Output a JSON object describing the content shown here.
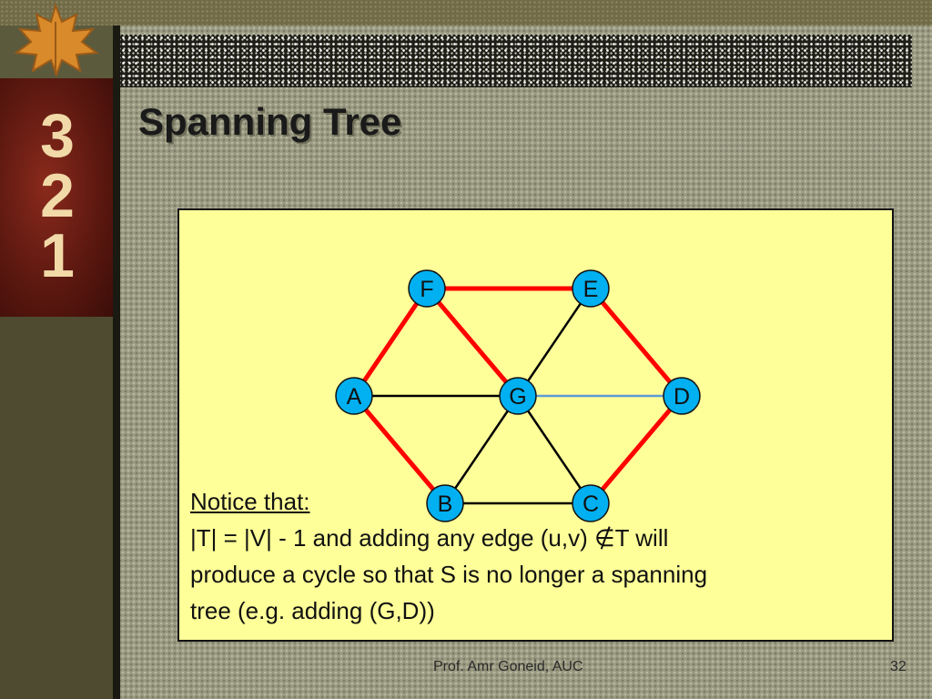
{
  "slide": {
    "title": "Spanning Tree",
    "logo_digits": [
      "3",
      "2",
      "1"
    ],
    "footer_author": "Prof. Amr Goneid, AUC",
    "page_number": "32"
  },
  "diagram": {
    "node_color": "#00b0f0",
    "tree_edge_color": "#ff0000",
    "non_tree_edge_color": "#000000",
    "added_edge_color": "#5b9bd5",
    "nodes": [
      {
        "id": "F",
        "label": "F"
      },
      {
        "id": "E",
        "label": "E"
      },
      {
        "id": "A",
        "label": "A"
      },
      {
        "id": "G",
        "label": "G"
      },
      {
        "id": "D",
        "label": "D"
      },
      {
        "id": "B",
        "label": "B"
      },
      {
        "id": "C",
        "label": "C"
      }
    ],
    "edges": [
      {
        "from": "F",
        "to": "E",
        "type": "tree"
      },
      {
        "from": "F",
        "to": "A",
        "type": "tree"
      },
      {
        "from": "F",
        "to": "G",
        "type": "tree"
      },
      {
        "from": "E",
        "to": "D",
        "type": "tree"
      },
      {
        "from": "A",
        "to": "B",
        "type": "tree"
      },
      {
        "from": "D",
        "to": "C",
        "type": "tree"
      },
      {
        "from": "E",
        "to": "G",
        "type": "non-tree"
      },
      {
        "from": "A",
        "to": "G",
        "type": "non-tree"
      },
      {
        "from": "G",
        "to": "B",
        "type": "non-tree"
      },
      {
        "from": "G",
        "to": "C",
        "type": "non-tree"
      },
      {
        "from": "B",
        "to": "C",
        "type": "non-tree"
      },
      {
        "from": "G",
        "to": "D",
        "type": "added"
      }
    ]
  },
  "notice": {
    "heading": "Notice that:",
    "line1": "|T| = |V| - 1 and adding any edge (u,v) ∉T will",
    "line2": "produce a cycle so that S is no longer a spanning",
    "line3": "tree (e.g. adding (G,D))"
  }
}
